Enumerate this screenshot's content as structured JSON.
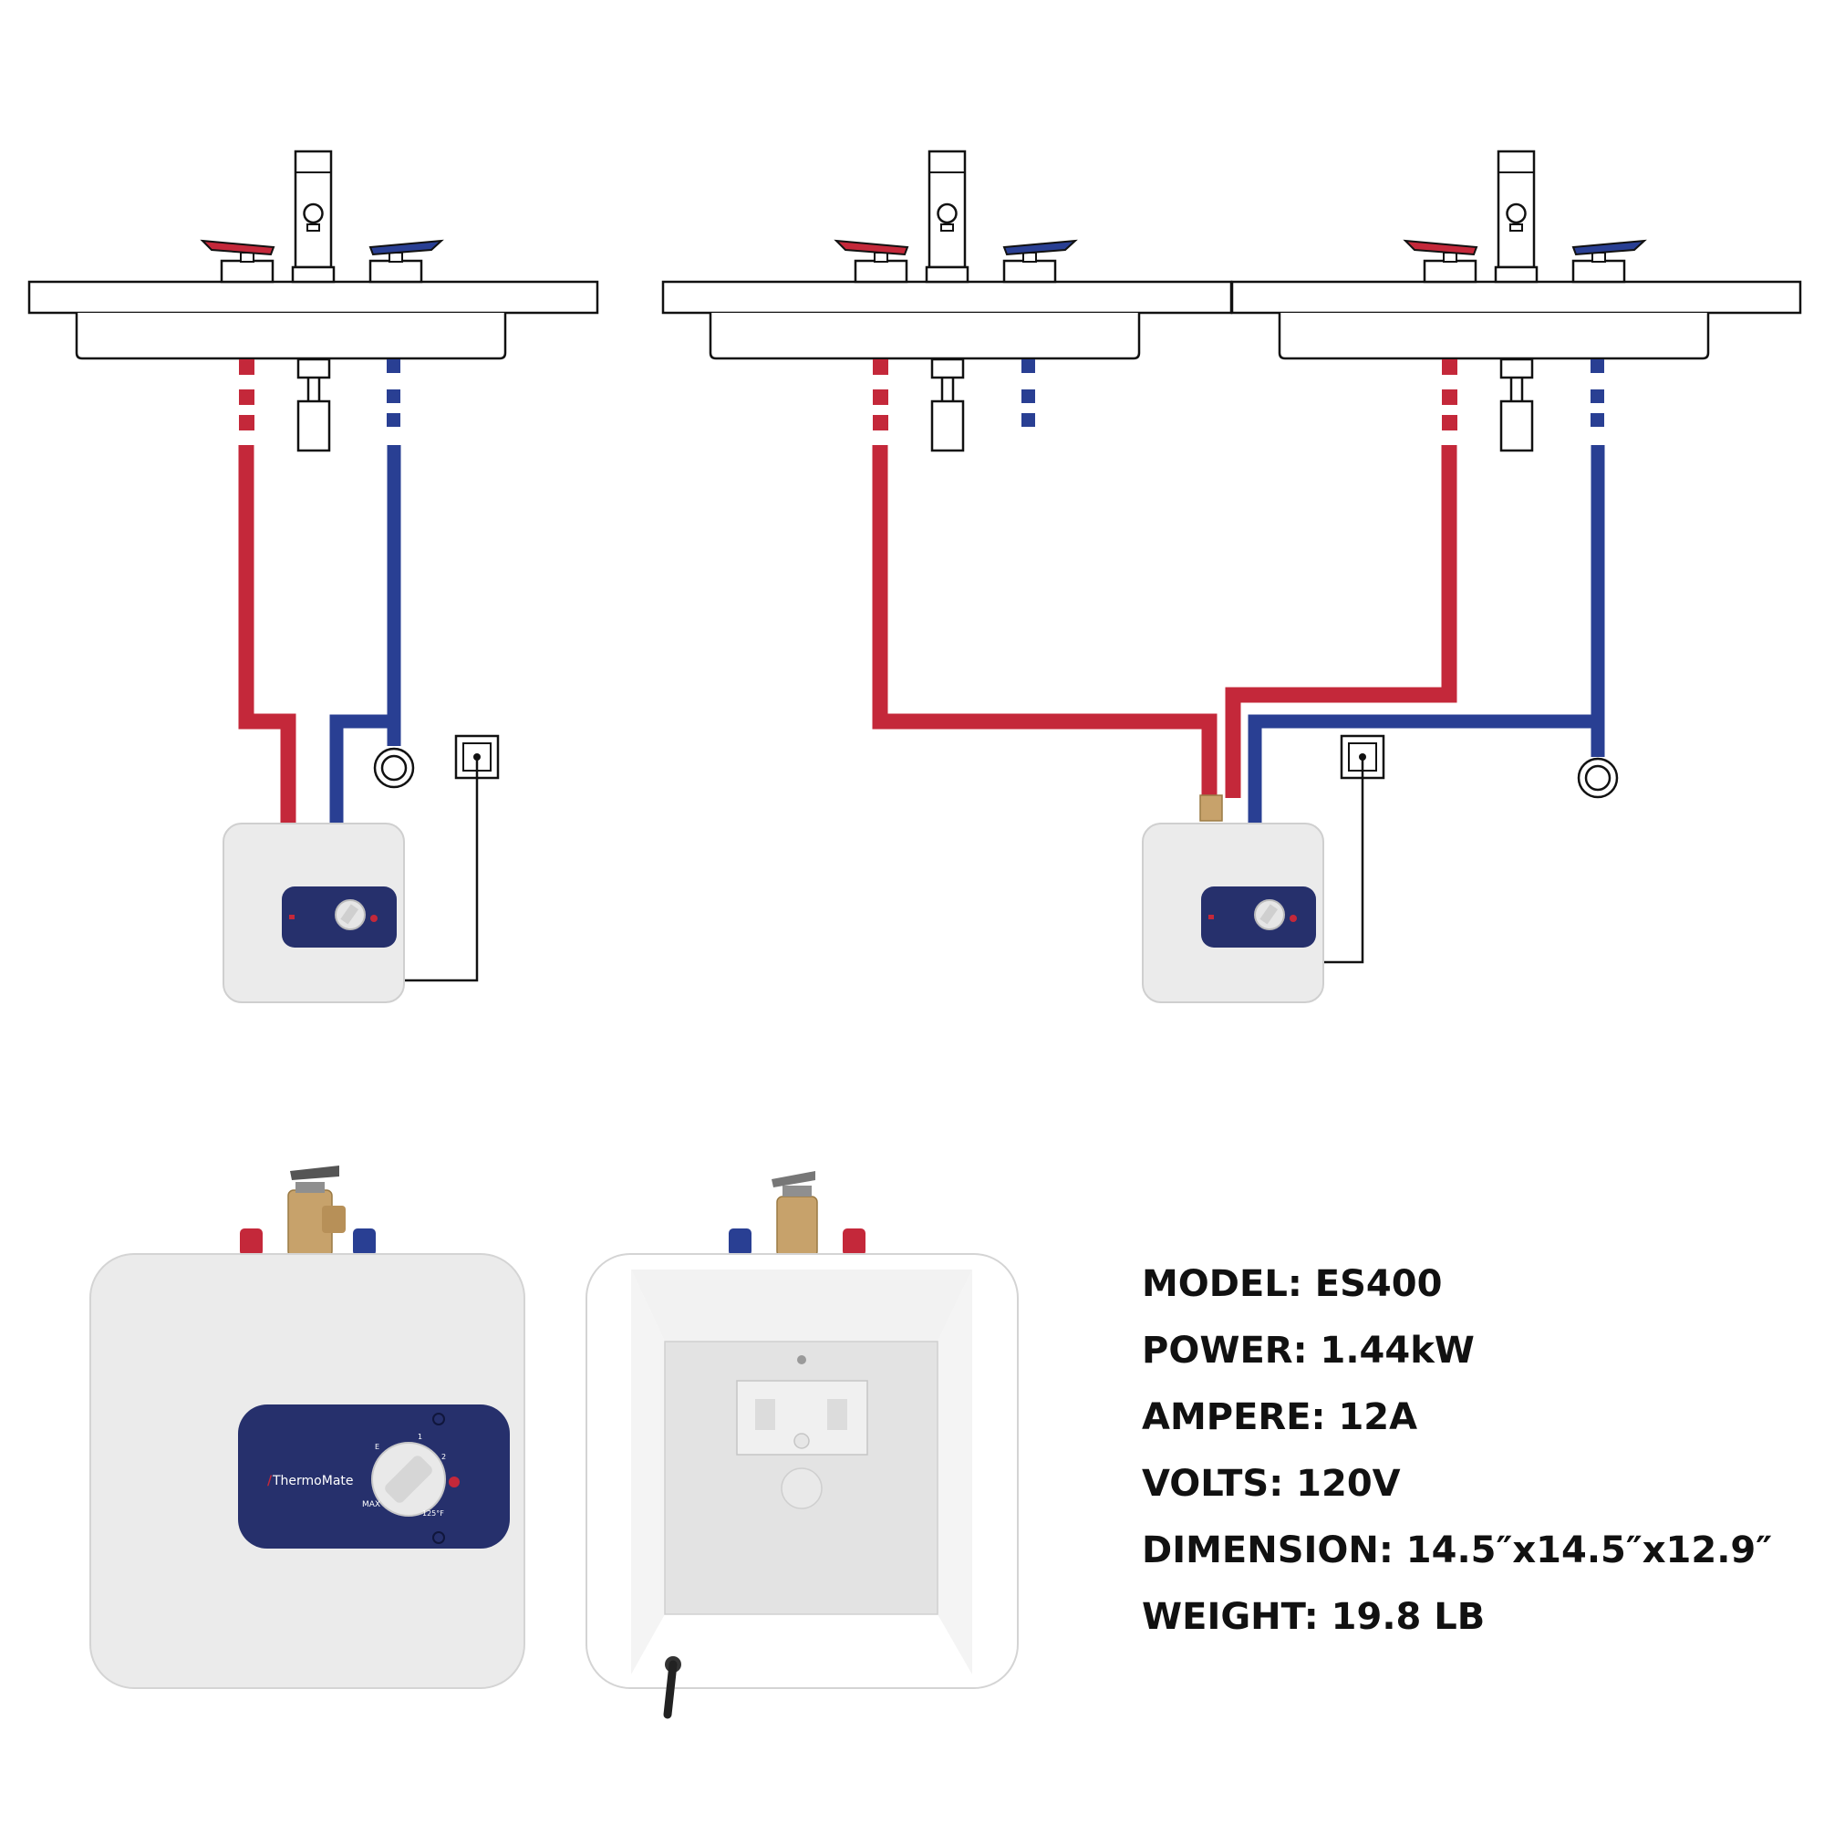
{
  "brand": "ThermoMate",
  "panel": {
    "max_label": "MAX",
    "temp_label": "125°F",
    "dial_marks": [
      "E",
      "1",
      "2"
    ]
  },
  "colors": {
    "hot_pipe": "#c4283a",
    "cold_pipe": "#293f93",
    "panel_navy": "#26306c",
    "tank_body": "#ebebeb",
    "brass": "#c7a26b",
    "line": "#111111"
  },
  "diagrams": [
    {
      "name": "single-sink",
      "sinks": 1,
      "heaters": 1
    },
    {
      "name": "double-sink",
      "sinks": 2,
      "heaters": 1
    }
  ],
  "icons": [
    "faucet-icon",
    "hot-handle-icon",
    "cold-handle-icon",
    "drain-trap-icon",
    "shutoff-valve-icon",
    "power-outlet-icon",
    "power-cord-icon",
    "tp-relief-valve-icon",
    "thermostat-dial-icon"
  ],
  "specs": [
    {
      "label": "MODEL:",
      "value": "ES400"
    },
    {
      "label": "POWER:",
      "value": "1.44kW"
    },
    {
      "label": "AMPERE:",
      "value": "12A"
    },
    {
      "label": "VOLTS:",
      "value": "120V"
    },
    {
      "label": "DIMENSION:",
      "value": "14.5″x14.5″x12.9″"
    },
    {
      "label": "WEIGHT:",
      "value": "19.8 LB"
    }
  ]
}
